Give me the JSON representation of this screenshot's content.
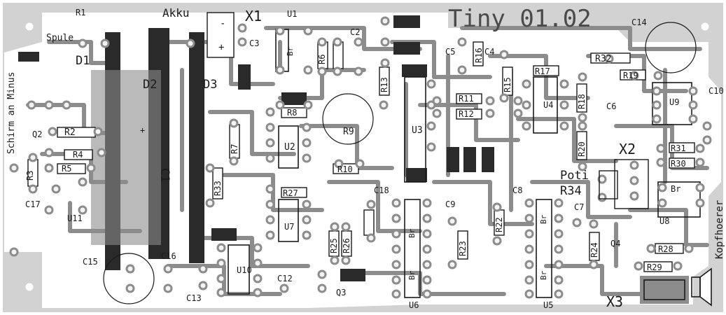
{
  "board_title": "Tiny 01.02",
  "side_left": "Schirm an Minus",
  "side_right": "Kopfhoerer",
  "connectors": {
    "akku": "Akku",
    "x1": "X1",
    "x2": "X2",
    "x3": "X3",
    "spule": "Spule",
    "poti": "Poti"
  },
  "labels": {
    "r1": "R1",
    "r2": "R2",
    "r3": "R3",
    "r4": "R4",
    "r5": "R5",
    "r6": "R6",
    "r7": "R7",
    "r8": "R8",
    "r9": "R9",
    "r10": "R10",
    "r11": "R11",
    "r12": "R12",
    "r13": "R13",
    "r15": "R15",
    "r16": "R16",
    "r17": "R17",
    "r18": "R18",
    "r19": "R19",
    "r20": "R20",
    "r22": "R22",
    "r23": "R23",
    "r24": "R24",
    "r25": "R25",
    "r26": "R26",
    "r27": "R27",
    "r28": "R28",
    "r29": "R29",
    "r30": "R30",
    "r31": "R31",
    "r32": "R32",
    "r33": "R33",
    "r34": "R34",
    "c1": "C1",
    "c2": "C2",
    "c3": "C3",
    "c4": "C4",
    "c5": "C5",
    "c6": "C6",
    "c7": "C7",
    "c8": "C8",
    "c9": "C9",
    "c10": "C10",
    "c12": "C12",
    "c13": "C13",
    "c14": "C14",
    "c15": "C15",
    "c16": "C16",
    "c17": "C17",
    "c18": "C18",
    "d1": "D1",
    "d2": "D2",
    "d3": "D3",
    "u1": "U1",
    "u2": "U2",
    "u3": "U3",
    "u4": "U4",
    "u5": "U5",
    "u6": "U6",
    "u7": "U7",
    "u8": "U8",
    "u9": "U9",
    "u10": "U10",
    "u11": "U11",
    "q2": "Q2",
    "q3": "Q3",
    "q4": "Q4",
    "br": "Br",
    "plus": "+",
    "minus": "-"
  },
  "colors": {
    "board": "#d2d2d2",
    "copper": "#8c8c8c",
    "silk": "#1a1a1a",
    "pad": "#f4f4f4",
    "dark": "#2a2a2a",
    "bg": "#ffffff"
  }
}
